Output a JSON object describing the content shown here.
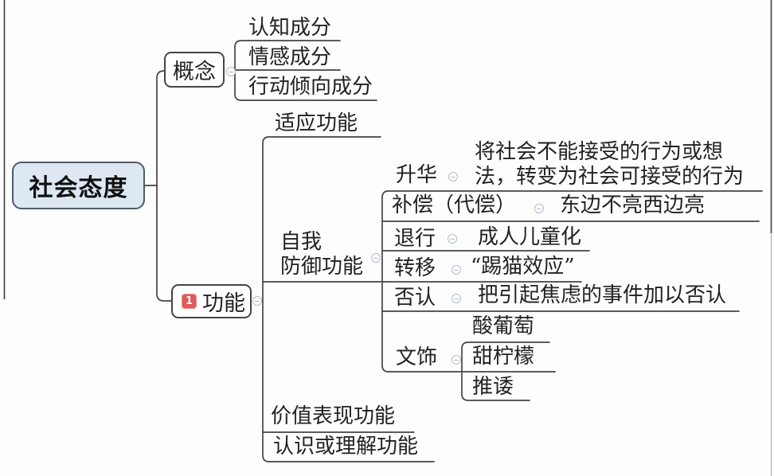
{
  "root": {
    "label": "社会态度"
  },
  "concept": {
    "label": "概念",
    "children": [
      {
        "label": "认知成分"
      },
      {
        "label": "情感成分"
      },
      {
        "label": "行动倾向成分"
      }
    ]
  },
  "function": {
    "label": "功能",
    "badge": "1",
    "adapt": {
      "label": "适应功能"
    },
    "defense": {
      "line1": "自我",
      "line2": "防御功能",
      "children": [
        {
          "label": "升华",
          "desc1": "将社会不能接受的行为或想",
          "desc2": "法，转变为社会可接受的行为"
        },
        {
          "label": "补偿（代偿）",
          "desc": "东边不亮西边亮"
        },
        {
          "label": "退行",
          "desc": "成人儿童化"
        },
        {
          "label": "转移",
          "desc": "“踢猫效应”"
        },
        {
          "label": "否认",
          "desc": "把引起焦虑的事件加以否认"
        },
        {
          "label": "文饰",
          "children": [
            {
              "label": "酸葡萄"
            },
            {
              "label": "甜柠檬"
            },
            {
              "label": "推诿"
            }
          ]
        }
      ]
    },
    "value": {
      "label": "价值表现功能"
    },
    "cognition": {
      "label": "认识或理解功能"
    }
  },
  "colors": {
    "root_fill": "#dde8f3",
    "root_border": "#4f5b68",
    "node_border": "#454545",
    "line": "#444444",
    "badge_red": "#df5a5a",
    "toggle_gray": "#b2bccf",
    "text": "#222222"
  }
}
